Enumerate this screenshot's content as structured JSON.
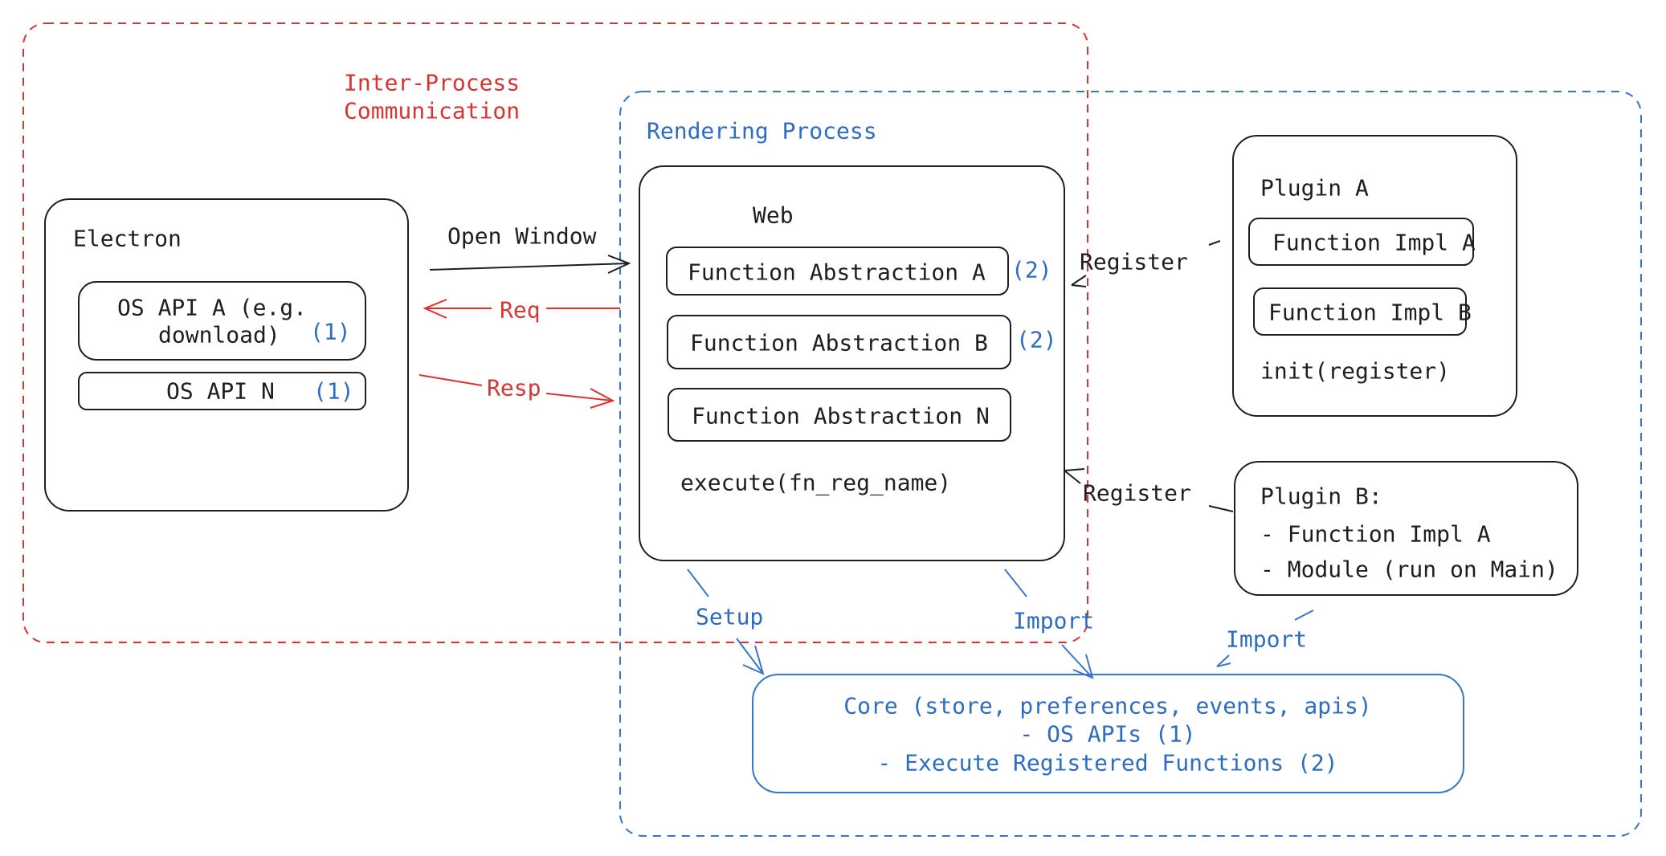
{
  "colors": {
    "ink": "#1e1e1e",
    "ipc_red": "#e03131",
    "render_blue": "#2f6cc0"
  },
  "ipc_group": {
    "title_line1": "Inter-Process",
    "title_line2": "Communication"
  },
  "rendering_group": {
    "title": "Rendering Process"
  },
  "electron": {
    "title": "Electron",
    "os_api_a_line1": "OS API A (e.g.",
    "os_api_a_line2": "download)",
    "os_api_a_tag": "(1)",
    "os_api_n": "OS API N",
    "os_api_n_tag": "(1)"
  },
  "web": {
    "title": "Web",
    "functions": [
      {
        "label": "Function Abstraction A",
        "tag": "(2)"
      },
      {
        "label": "Function Abstraction B",
        "tag": "(2)"
      },
      {
        "label": "Function Abstraction N"
      }
    ],
    "execute": "execute(fn_reg_name)"
  },
  "plugin_a": {
    "title": "Plugin A",
    "impl_a": "Function Impl A",
    "impl_b": "Function Impl B",
    "init": "init(register)"
  },
  "plugin_b": {
    "title": "Plugin B:",
    "line1": "- Function Impl A",
    "line2": "- Module (run on Main)"
  },
  "core": {
    "line1": "Core (store, preferences, events, apis)",
    "line2": "- OS APIs (1)",
    "line3": "- Execute Registered Functions (2)"
  },
  "edges": {
    "open_window": "Open Window",
    "req": "Req",
    "resp": "Resp",
    "register_a": "Register",
    "register_b": "Register",
    "setup": "Setup",
    "import_web": "Import",
    "import_plugin": "Import"
  }
}
